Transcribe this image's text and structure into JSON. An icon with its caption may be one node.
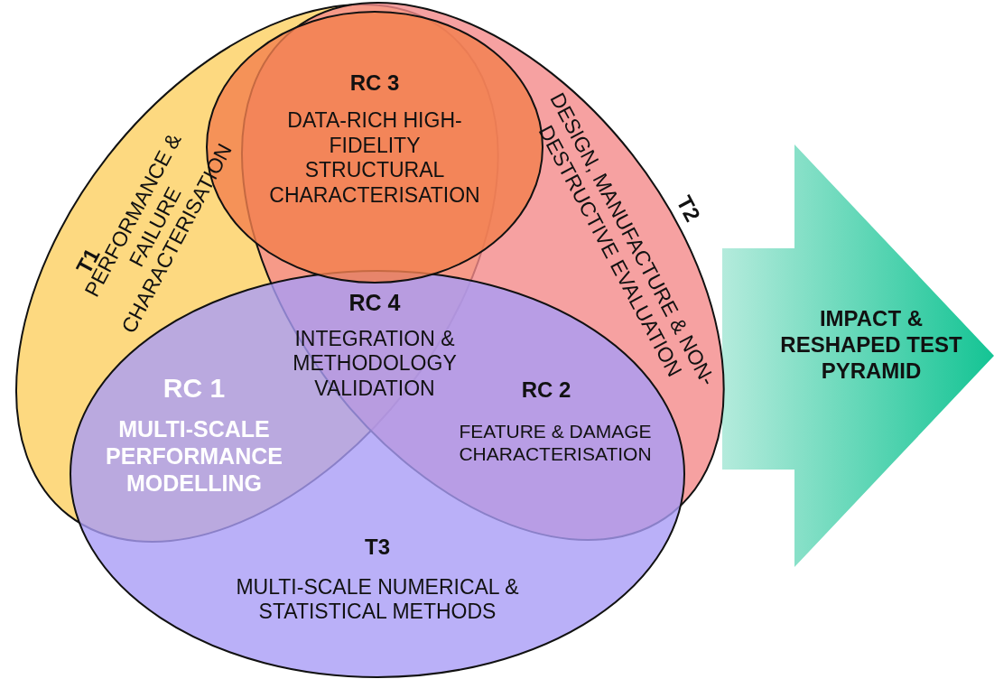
{
  "diagram": {
    "nodes": [
      {
        "text": [
          "T1",
          "PERFORMANCE & FAILURE CHARACTERISATION"
        ]
      },
      {
        "text": [
          "RC 3",
          "DATA-RICH HIGH-FIDELITY STRUCTURAL CHARACTERISATION"
        ]
      },
      {
        "text": [
          "T2",
          "DESIGN, MANUFACTURE & NON-DESTRUCTIVE EVALUATION"
        ]
      },
      {
        "text": [
          "RC 4",
          "INTEGRATION & METHODOLOGY VALIDATION"
        ]
      },
      {
        "text": [
          "RC 1",
          "MULTI-SCALE PERFORMANCE MODELLING"
        ]
      },
      {
        "text": [
          "RC 2",
          "FEATURE & DAMAGE CHARACTERISATION"
        ]
      },
      {
        "text": [
          "T3",
          "MULTI-SCALE NUMERICAL & STATISTICAL METHODS"
        ]
      },
      {
        "text": [
          "IMPACT & RESHAPED TEST PYRAMID"
        ]
      }
    ]
  }
}
